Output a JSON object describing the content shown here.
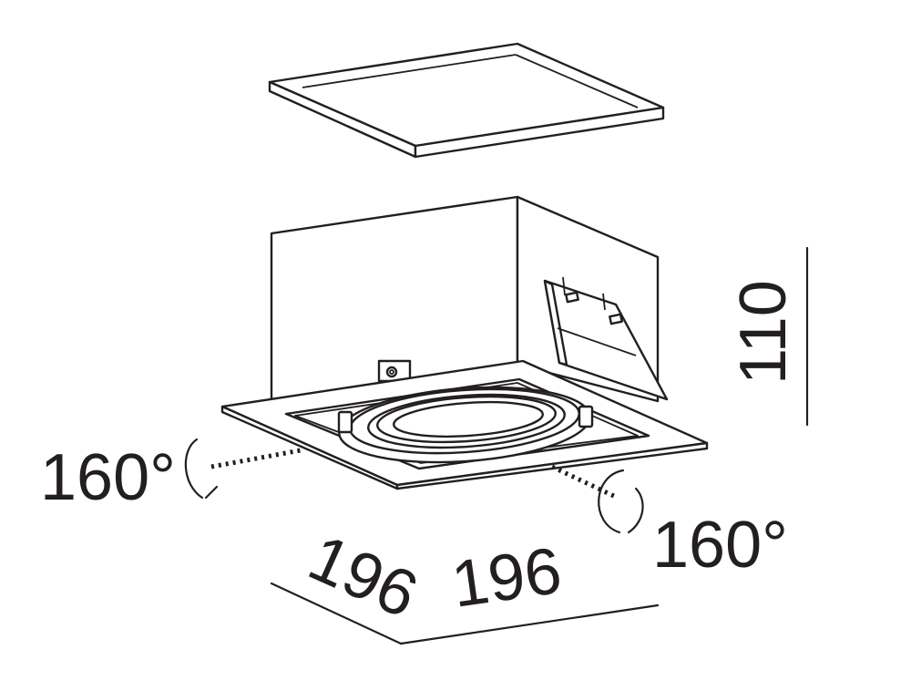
{
  "dimensions": {
    "height": "110",
    "width_left": "196",
    "width_right": "196",
    "tilt_left": "160°",
    "tilt_right": "160°"
  },
  "colors": {
    "stroke": "#231f20",
    "background": "#ffffff"
  }
}
